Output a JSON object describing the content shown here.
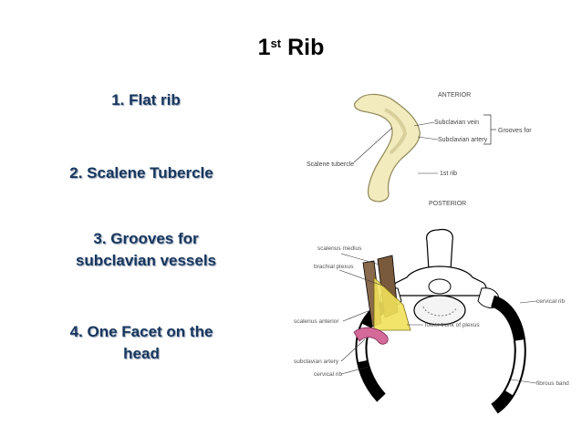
{
  "title": {
    "main": "1",
    "sup": "st",
    "rest": " Rib"
  },
  "points": [
    "1. Flat rib",
    "2. Scalene Tubercle",
    "3. Grooves for",
    "subclavian vessels",
    "4. One Facet on the",
    "head"
  ],
  "fig1": {
    "anterior": "ANTERIOR",
    "subclavian_vein": "Subclavian vein",
    "subclavian_artery": "Subclavian artery",
    "grooves_for": "Grooves for",
    "scalene_tubercle": "Scalene tubercle",
    "first_rib": "1st rib",
    "posterior": "POSTERIOR"
  },
  "fig2": {
    "scalenus_medius": "scalenus medius",
    "brachial_plexus": "brachial plexus",
    "scalenus_anterior": "scalenus anterior",
    "lower_trunk": "lower trunk of plexus",
    "subclavian_artery": "subclavian artery",
    "cervical_rib_left": "cervical rib",
    "cervical_rib_right": "cervical rib",
    "fibrous_band": "fibrous band"
  }
}
